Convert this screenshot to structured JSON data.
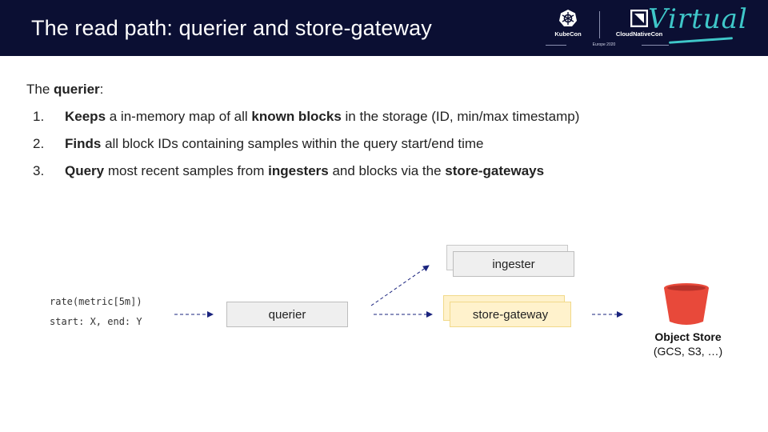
{
  "header": {
    "title": "The read path: querier and store-gateway",
    "logos": {
      "kubecon": "KubeCon",
      "cncf": "CloudNativeCon",
      "event": "Europe 2020",
      "virtual": "Virtual"
    }
  },
  "intro": {
    "lead": "The ",
    "bold": "querier",
    "tail": ":"
  },
  "list": [
    {
      "num": "1.",
      "parts": [
        {
          "t": "Keeps",
          "b": true
        },
        {
          "t": " a in-memory map of all ",
          "b": false
        },
        {
          "t": "known blocks",
          "b": true
        },
        {
          "t": " in the storage (ID, min/max timestamp)",
          "b": false
        }
      ]
    },
    {
      "num": "2.",
      "parts": [
        {
          "t": "Finds",
          "b": true
        },
        {
          "t": " all block IDs containing samples within the query start/end time",
          "b": false
        }
      ]
    },
    {
      "num": "3.",
      "parts": [
        {
          "t": "Query",
          "b": true
        },
        {
          "t": " most recent samples from ",
          "b": false
        },
        {
          "t": "ingesters",
          "b": true
        },
        {
          "t": " and blocks via the ",
          "b": false
        },
        {
          "t": "store-gateways",
          "b": true
        }
      ]
    }
  ],
  "diagram": {
    "query_line1": "rate(metric[5m])",
    "query_line2": "start: X, end: Y",
    "querier": "querier",
    "ingester": "ingester",
    "store_gateway": "store-gateway",
    "object_store_title": "Object Store",
    "object_store_sub": "(GCS, S3, …)"
  },
  "colors": {
    "header_bg": "#0b0f33",
    "virtual": "#3fc7c9",
    "arrow": "#1a237e",
    "bucket": "#e8493a",
    "yellow_box": "#fff2cc",
    "gray_box": "#efefef"
  }
}
